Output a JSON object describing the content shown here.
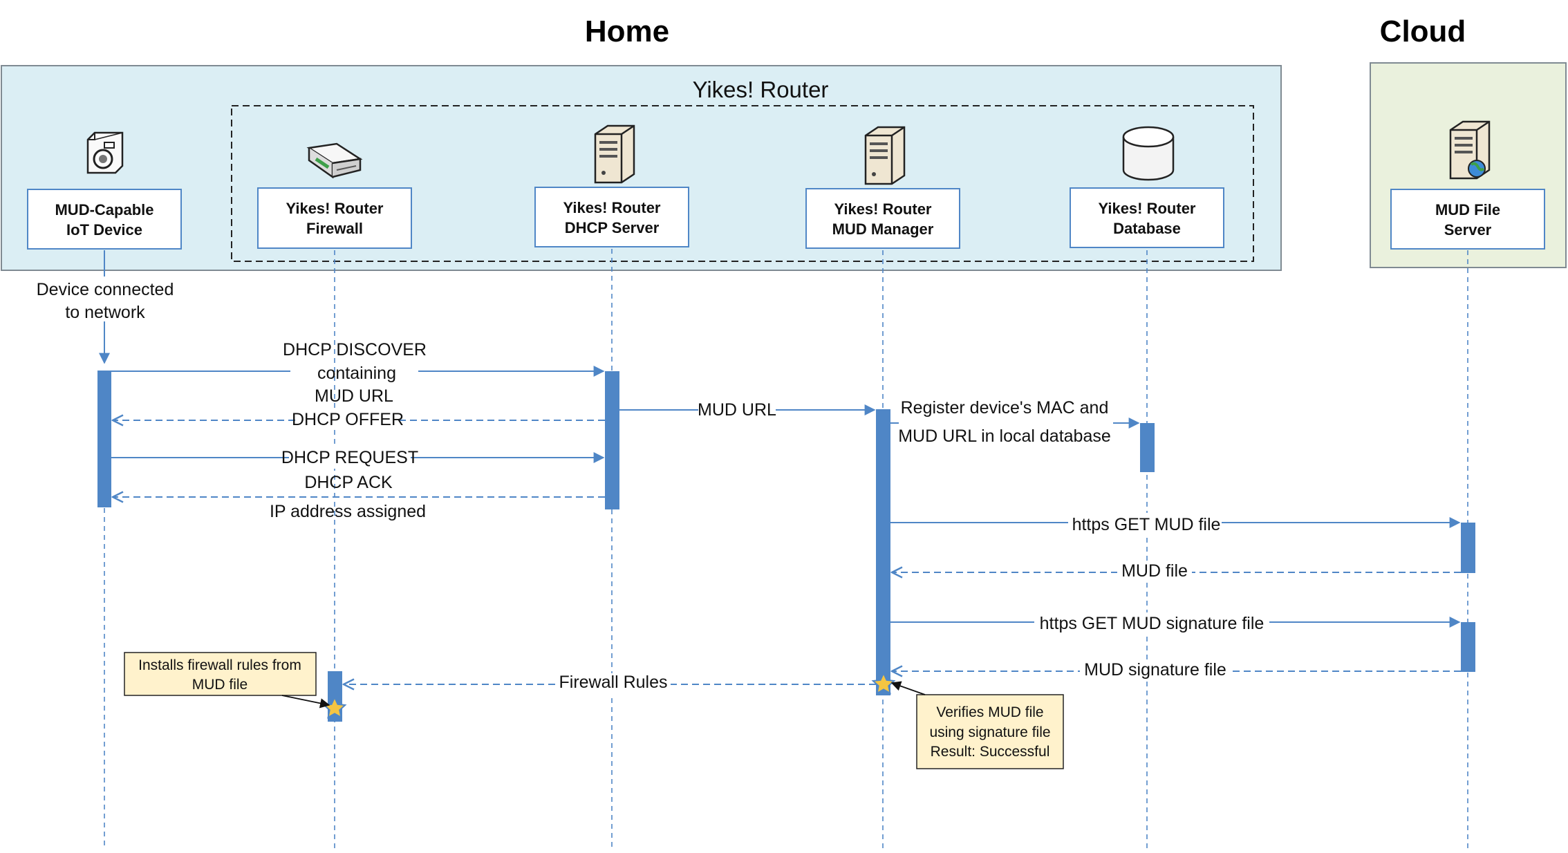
{
  "regions": {
    "home_title": "Home",
    "cloud_title": "Cloud",
    "router_group_title": "Yikes! Router"
  },
  "actors": [
    {
      "id": "iot",
      "line1": "MUD-Capable",
      "line2": "IoT Device",
      "icon": "camera-icon"
    },
    {
      "id": "fw",
      "line1": "Yikes! Router",
      "line2": "Firewall",
      "icon": "router-icon"
    },
    {
      "id": "dhcp",
      "line1": "Yikes! Router",
      "line2": "DHCP Server",
      "icon": "server-icon"
    },
    {
      "id": "mgr",
      "line1": "Yikes! Router",
      "line2": "MUD Manager",
      "icon": "server-icon"
    },
    {
      "id": "db",
      "line1": "Yikes! Router",
      "line2": "Database",
      "icon": "database-icon"
    },
    {
      "id": "mudsrv",
      "line1": "MUD File",
      "line2": "Server",
      "icon": "web-server-icon"
    }
  ],
  "messages": {
    "device_connected": [
      "Device connected",
      "to network"
    ],
    "dhcp_discover": [
      "DHCP DISCOVER",
      "containing",
      "MUD URL"
    ],
    "dhcp_offer": "DHCP OFFER",
    "dhcp_request": "DHCP REQUEST",
    "dhcp_ack": "DHCP ACK",
    "ip_assigned": "IP address assigned",
    "mud_url": "MUD URL",
    "register": [
      "Register device's MAC and",
      "MUD URL in local database"
    ],
    "get_mud": "https GET MUD  file",
    "mud_file": "MUD file",
    "get_sig": "https GET MUD signature file",
    "sig_file": "MUD signature file",
    "fw_rules": "Firewall Rules"
  },
  "notes": {
    "install": [
      "Installs firewall rules from",
      "MUD file"
    ],
    "verify": [
      "Verifies MUD file",
      "using signature file",
      "Result: Successful"
    ]
  },
  "colors": {
    "home_bg": "#dbeef4",
    "cloud_bg": "#eaf1dd",
    "activation": "#4f86c6",
    "line": "#4f86c6",
    "note_bg": "#fff2cc",
    "star": "#f5c542"
  }
}
